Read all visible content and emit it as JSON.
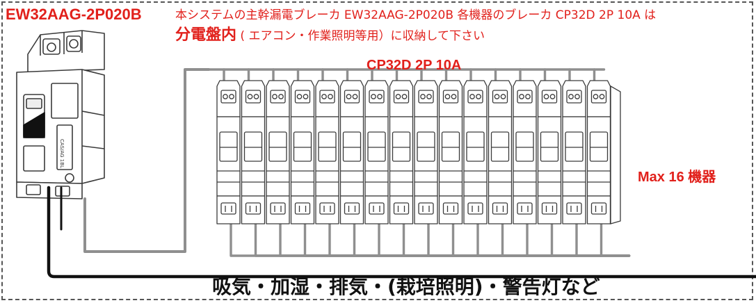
{
  "main_breaker": {
    "model": "EW32AAG-2P020B",
    "body_print": "CAS/AG 1BL"
  },
  "instructions": {
    "line1": "本システムの主幹漏電ブレーカ EW32AAG-2P020B 各機器のブレーカ CP32D 2P 10A は",
    "line2_emphasis": "分電盤内",
    "line2_rest": "( エアコン・作業照明等用）に収納して下さい"
  },
  "branch_breakers": {
    "model_label": "CP32D 2P 10A",
    "count": 16,
    "max_label": "Max 16 機器"
  },
  "loads_label": "吸気・加湿・排気・(栽培照明)・警告灯など",
  "colors": {
    "accent": "#e1201b",
    "wire_gray": "#8f8f8f",
    "wire_black": "#111111",
    "outline": "#3a3a3a",
    "border": "#555555"
  }
}
